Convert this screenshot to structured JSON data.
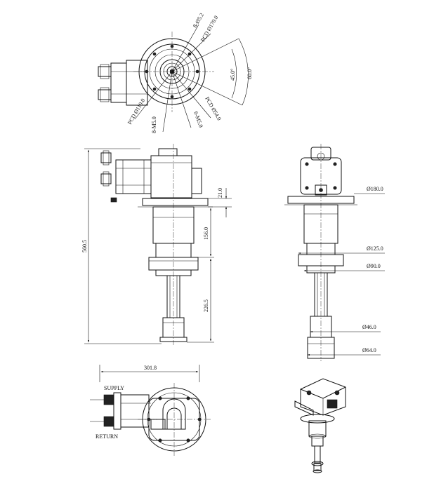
{
  "top_view": {
    "labels": [
      "8-Ø5.2",
      "PCD Ø170.0",
      "45.0°",
      "60.0°",
      "PCD Ø54.0",
      "6-M5.0",
      "8-M5.0",
      "PCD Ø110.0"
    ]
  },
  "front_view": {
    "dims": [
      "560.5",
      "21.0",
      "156.0",
      "226.5"
    ]
  },
  "side_view": {
    "dims": [
      "Ø180.0",
      "Ø125.0",
      "Ø90.0",
      "Ø46.0",
      "Ø64.0"
    ]
  },
  "bottom_view": {
    "dim_width": "301.8",
    "supply_label": "SUPPLY",
    "return_label": "RETURN"
  }
}
